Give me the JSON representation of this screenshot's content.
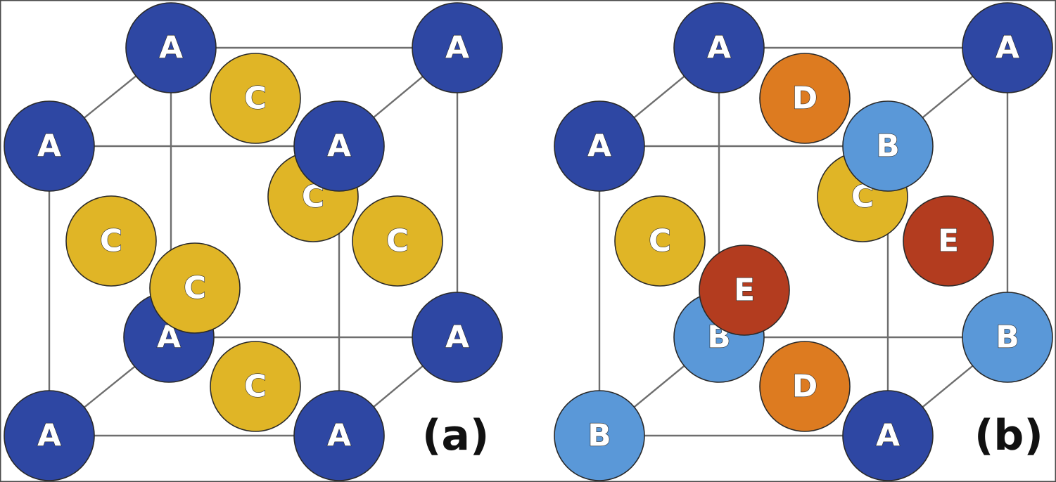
{
  "colors": {
    "A": "#2e47a3",
    "B": "#5a98d8",
    "C": "#e0b526",
    "D": "#dd7b20",
    "E": "#b33c1f",
    "outline": "#2a2a2a",
    "edge": "#6e6e6e"
  },
  "panels": [
    {
      "label": "(a)",
      "atoms": [
        {
          "letter": "A",
          "type": "A"
        },
        {
          "letter": "A",
          "type": "A"
        },
        {
          "letter": "A",
          "type": "A"
        },
        {
          "letter": "C",
          "type": "C"
        },
        {
          "letter": "C",
          "type": "C"
        },
        {
          "letter": "C",
          "type": "C"
        },
        {
          "letter": "A",
          "type": "A"
        },
        {
          "letter": "C",
          "type": "C"
        },
        {
          "letter": "A",
          "type": "A"
        },
        {
          "letter": "A",
          "type": "A"
        },
        {
          "letter": "C",
          "type": "C"
        },
        {
          "letter": "A",
          "type": "A"
        },
        {
          "letter": "A",
          "type": "A"
        },
        {
          "letter": "C",
          "type": "C"
        }
      ]
    },
    {
      "label": "(b)",
      "atoms": [
        {
          "letter": "A",
          "type": "A"
        },
        {
          "letter": "A",
          "type": "A"
        },
        {
          "letter": "A",
          "type": "A"
        },
        {
          "letter": "D",
          "type": "D"
        },
        {
          "letter": "C",
          "type": "C"
        },
        {
          "letter": "B",
          "type": "B"
        },
        {
          "letter": "E",
          "type": "E"
        },
        {
          "letter": "C",
          "type": "C"
        },
        {
          "letter": "B",
          "type": "B"
        },
        {
          "letter": "D",
          "type": "D"
        },
        {
          "letter": "B",
          "type": "B"
        },
        {
          "letter": "B",
          "type": "B"
        },
        {
          "letter": "A",
          "type": "A"
        },
        {
          "letter": "E",
          "type": "E"
        }
      ]
    }
  ]
}
